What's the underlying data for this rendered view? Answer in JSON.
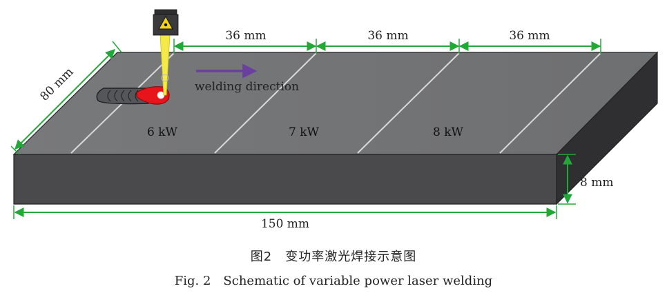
{
  "dimensions": {
    "width": "80 mm",
    "segment_1": "36 mm",
    "segment_2": "36 mm",
    "segment_3": "36 mm",
    "length": "150 mm",
    "thickness": "8 mm"
  },
  "powers": [
    "6 kW",
    "7 kW",
    "8 kW"
  ],
  "direction_label": "welding direction",
  "caption": {
    "zh": "图2　变功率激光焊接示意图",
    "en": "Fig. 2　Schematic of variable power laser welding"
  },
  "colors": {
    "plate_top": "#737476",
    "plate_front": "#4a4a4c",
    "plate_side": "#2f2f31",
    "dimension_line": "#22a83a",
    "arrow": "#6a3fa0",
    "laser_beam": "#f3ea4a",
    "melt_pool": "#e8141c"
  },
  "icons": [
    "laser-head-icon",
    "laser-warning-icon"
  ]
}
